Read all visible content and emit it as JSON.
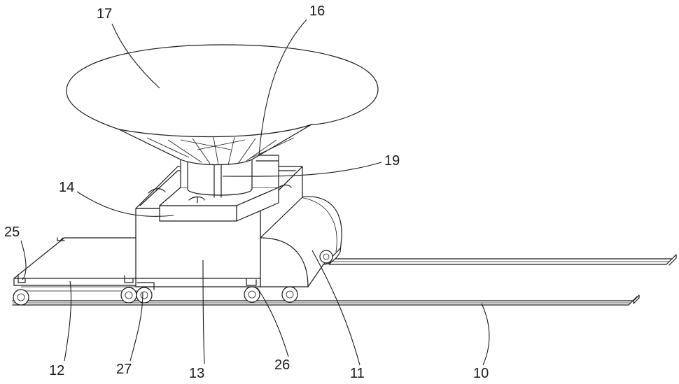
{
  "figure": {
    "labels": {
      "n10": "10",
      "n11": "11",
      "n12": "12",
      "n13": "13",
      "n14": "14",
      "n16": "16",
      "n17": "17",
      "n19": "19",
      "n25": "25",
      "n26": "26",
      "n27": "27"
    },
    "colors": {
      "ink": "#1a1a1a",
      "paper": "#ffffff"
    }
  }
}
